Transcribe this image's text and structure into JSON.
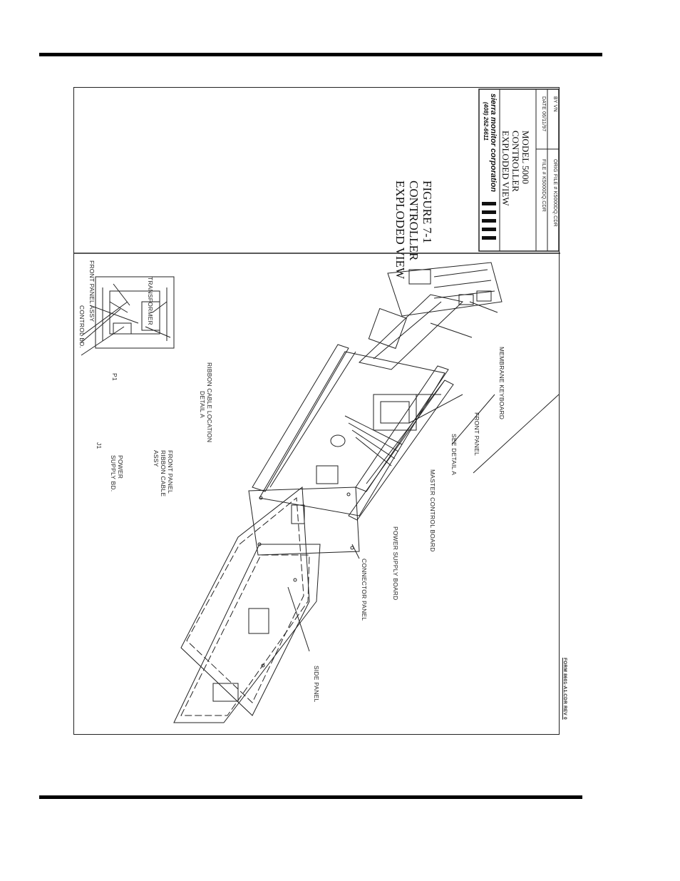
{
  "figure": {
    "title_line1": "FIGURE 7-1",
    "title_line2": "CONTROLLER",
    "title_line3": "EXPLODED VIEW"
  },
  "title_block": {
    "logo": "SMC",
    "company": "sierra monitor corporation",
    "phone": "(408) 262-6611",
    "model_line1": "MODEL 5000",
    "model_line2": "CONTROLLER",
    "model_line3": "EXPLODED VIEW",
    "file": "FILE # K5000DQ.CDR",
    "date": "DATE 06/11/97",
    "orig_file": "ORIG FILE # K5000DQ.CDR",
    "by": "BY VN"
  },
  "labels": {
    "control_bd": "CONTROL BD.",
    "front_panel_assy": "FRONT PANEL ASSY",
    "transformer": "TRANSFORMER",
    "p1": "P1",
    "j1": "J1",
    "power_supply_bd": "POWER SUPPLY BD.",
    "front_panel_ribbon": "FRONT PANEL RIBBON CABLE ASSY",
    "detail_a": "DETAIL A",
    "ribbon_cable_location": "RIBBON CABLE LOCATION",
    "front_panel": "FRONT PANEL",
    "membrane_keyboard": "MEMBRANE KEYBOARD",
    "see_detail_a": "SEE DETAIL A",
    "master_control_board": "MASTER CONTROL BOARD",
    "power_supply_board": "POWER SUPPLY BOARD",
    "connector_panel": "CONNECTOR PANEL",
    "side_panel": "SIDE PANEL"
  },
  "form_number": "FORM 8601-A1.CDR REV 0"
}
